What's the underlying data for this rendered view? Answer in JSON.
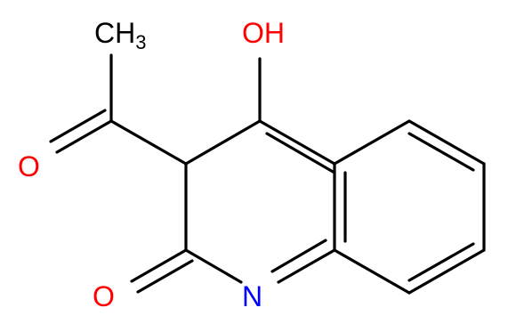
{
  "molecule": {
    "atoms": {
      "methyl": {
        "text": "CH",
        "subscript": "3",
        "color": "#000000"
      },
      "hydroxyl": {
        "text": "OH",
        "color": "#ff0000"
      },
      "acetyl_oxygen": {
        "text": "O",
        "color": "#ff0000"
      },
      "ring_oxygen": {
        "text": "O",
        "color": "#ff0000"
      },
      "ring_nitrogen": {
        "text": "N",
        "color": "#0000ff"
      }
    }
  }
}
